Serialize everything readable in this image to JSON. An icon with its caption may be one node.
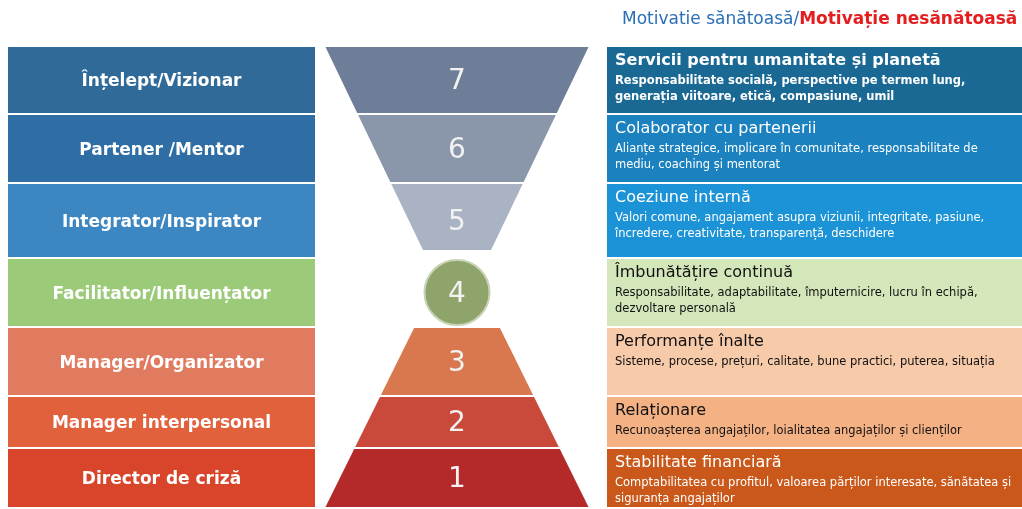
{
  "diagram": {
    "title": "Motivatie sănătoasă/**Motivație nesănătoasă**",
    "nodes": [
      {
        "text": [
          "Înțelept/Vizionar"
        ]
      },
      {
        "text": [
          "7"
        ]
      },
      {
        "text": [
          "Servicii pentru umanitate și planetă",
          "Responsabilitate socială, perspective pe termen lung, generația viitoare, etică, compasiune, umil"
        ]
      },
      {
        "text": [
          "Partener /Mentor"
        ]
      },
      {
        "text": [
          "6"
        ]
      },
      {
        "text": [
          "Colaborator cu partenerii",
          "Alianțe strategice, implicare în comunitate, responsabilitate de mediu, coaching și mentorat"
        ]
      },
      {
        "text": [
          "Integrator/Inspirator"
        ]
      },
      {
        "text": [
          "5"
        ]
      },
      {
        "text": [
          "Coeziune internă",
          "Valori comune, angajament asupra viziunii, integritate, pasiune, încredere, creativitate, transparență, deschidere"
        ]
      },
      {
        "text": [
          "Facilitator/Influențator"
        ]
      },
      {
        "text": [
          "4"
        ]
      },
      {
        "text": [
          "Îmbunătățire continuă",
          "Responsabilitate, adaptabilitate, împuternicire, lucru în echipă, dezvoltare personală"
        ]
      },
      {
        "text": [
          "Manager/Organizator"
        ]
      },
      {
        "text": [
          "3"
        ]
      },
      {
        "text": [
          "Performanțe înalte",
          "Sisteme, procese, prețuri, calitate, bune practici, puterea, situația"
        ]
      },
      {
        "text": [
          "Manager interpersonal"
        ]
      },
      {
        "text": [
          "2"
        ]
      },
      {
        "text": [
          "Relaționare",
          "Recunoașterea angajaților, loialitatea angajaților și clienților"
        ]
      },
      {
        "text": [
          "Director de criză"
        ]
      },
      {
        "text": [
          "1"
        ]
      },
      {
        "text": [
          "Stabilitate financiară",
          "Comptabilitatea cu profitul, valoarea părților interesate, sănătatea și siguranța angajaților"
        ]
      }
    ],
    "edges": []
  }
}
